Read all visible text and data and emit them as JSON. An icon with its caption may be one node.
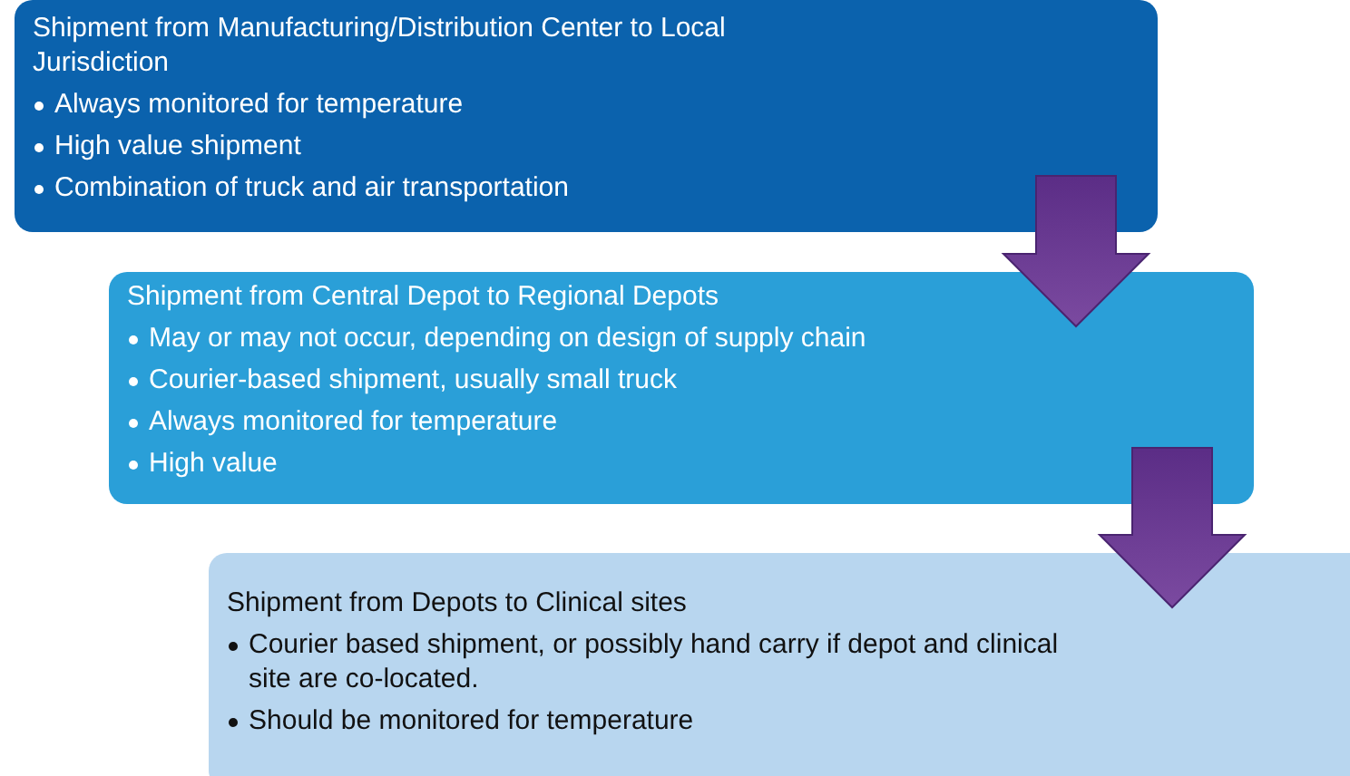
{
  "diagram": {
    "nodes": [
      {
        "text": [
          "Shipment from Manufacturing/Distribution Center to Local Jurisdiction",
          "Always monitored for temperature",
          "High value shipment",
          "Combination of truck and air transportation"
        ]
      },
      {
        "text": [
          "Shipment from Central Depot to Regional Depots",
          "May or may not occur, depending on design of supply chain",
          "Courier-based shipment, usually small truck",
          "Always monitored for temperature",
          "High value"
        ]
      },
      {
        "text": [
          "Shipment from Depots to Clinical sites",
          "Courier based shipment, or possibly hand carry if depot and clinical site are co-located.",
          "Should be monitored for temperature"
        ]
      }
    ],
    "edges": [
      {
        "from": 0,
        "to": 1,
        "arrow": "to"
      },
      {
        "from": 1,
        "to": 2,
        "arrow": "to"
      }
    ]
  }
}
